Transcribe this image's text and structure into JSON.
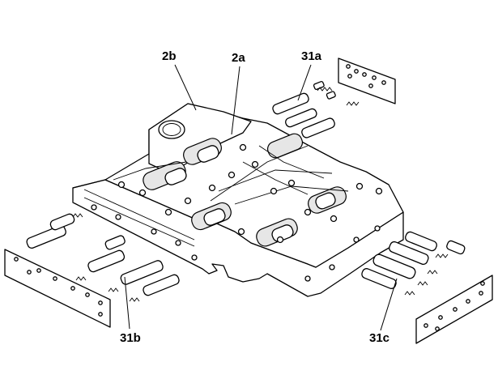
{
  "callouts": {
    "c2b": "2b",
    "c2a": "2a",
    "c31a": "31a",
    "c31b": "31b",
    "c31c": "31c"
  },
  "colors": {
    "ink": "#000000",
    "paper": "#ffffff",
    "shade": "#e6e6e6"
  }
}
